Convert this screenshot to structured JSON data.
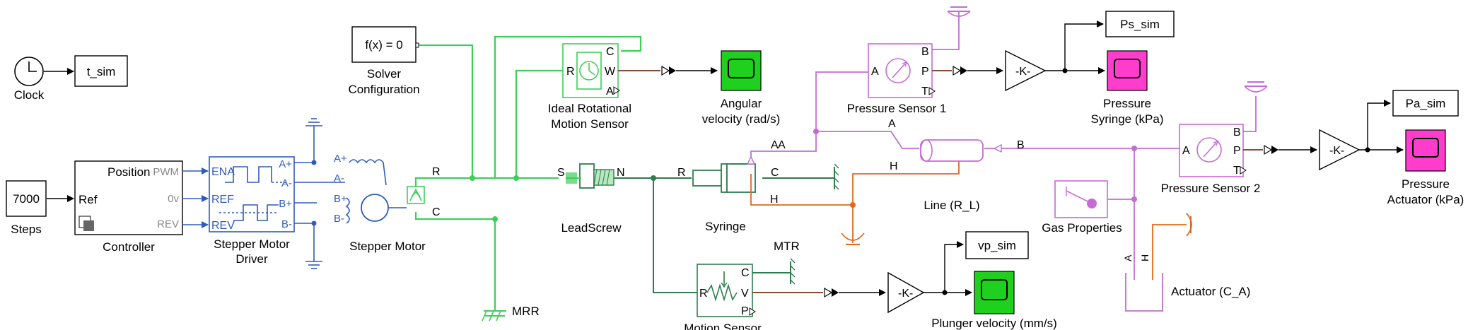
{
  "colors": {
    "electrical": "#2f5cb8",
    "rotational": "#3ecf5a",
    "translational": "#2e7d4f",
    "gas": "#c66bd6",
    "thermal": "#e0691f",
    "scope": "#1fd01f",
    "scope_gas": "#ff3dcc",
    "signal": "#000000"
  },
  "blocks": {
    "clock": "Clock",
    "t_sim": "t_sim",
    "steps_value": "7000",
    "steps": "Steps",
    "controller_position": "Position",
    "controller_ref": "Ref",
    "controller_pwm": "PWM",
    "controller_0v": "0v",
    "controller_rev": "REV",
    "controller": "Controller",
    "driver_ena": "ENA",
    "driver_ref": "REF",
    "driver_rev": "REV",
    "driver_a_plus": "A+",
    "driver_a_minus": "A-",
    "driver_b_plus": "B+",
    "driver_b_minus": "B-",
    "driver_line1": "Stepper Motor",
    "driver_line2": "Driver",
    "motor_a_plus": "A+",
    "motor_a_minus": "A-",
    "motor_b_plus": "B+",
    "motor_b_minus": "B-",
    "stepper_motor": "Stepper Motor",
    "solver_fx": "f(x) = 0",
    "solver_line1": "Solver",
    "solver_line2": "Configuration",
    "mrr": "MRR",
    "port_r": "R",
    "port_c": "C",
    "port_w": "W",
    "port_a": "A",
    "port_s": "S",
    "port_n": "N",
    "port_h": "H",
    "port_b": "B",
    "port_p": "P",
    "port_t": "T",
    "port_v": "V",
    "ideal_rot_line1": "Ideal Rotational",
    "ideal_rot_line2": "Motion Sensor",
    "angular_line1": "Angular",
    "angular_line2": "velocity (rad/s)",
    "leadscrew": "LeadScrew",
    "syringe": "Syringe",
    "mtr": "MTR",
    "motion_sensor": "Motion Sensor",
    "gain": "-K-",
    "vp_sim": "vp_sim",
    "plunger": "Plunger velocity (mm/s)",
    "pressure_sensor_1": "Pressure Sensor 1",
    "ps_sim": "Ps_sim",
    "pressure_syringe_line1": "Pressure",
    "pressure_syringe_line2": "Syringe (kPa)",
    "line_rl": "Line (R_L)",
    "gas_properties": "Gas Properties",
    "actuator": "Actuator (C_A)",
    "pressure_sensor_2": "Pressure Sensor 2",
    "pa_sim": "Pa_sim",
    "pressure_actuator_line1": "Pressure",
    "pressure_actuator_line2": "Actuator (kPa)"
  }
}
